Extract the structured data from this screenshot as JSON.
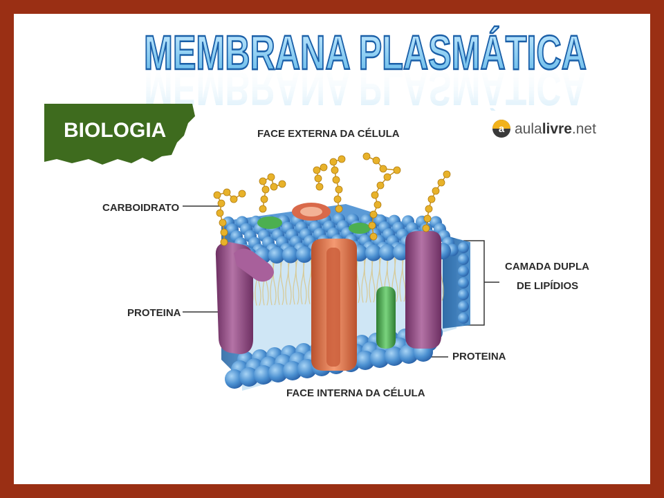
{
  "slide": {
    "title": "MEMBRANA PLASMÁTICA"
  },
  "header": {
    "badge": "BIOLOGIA",
    "brand_prefix": "aula",
    "brand_bold": "livre",
    "brand_suffix": ".net",
    "brand_icon_letter": "a"
  },
  "diagram": {
    "top_label": "FACE EXTERNA DA CÉLULA",
    "bottom_label": "FACE INTERNA DA CÉLULA",
    "label_carbohydrate": "CARBOIDRATO",
    "label_protein_left": "PROTEINA",
    "label_protein_right": "PROTEINA",
    "label_bilayer_line1": "CAMADA DUPLA",
    "label_bilayer_line2": "DE LIPÍDIOS"
  },
  "colors": {
    "frame": "#9a2f14",
    "title_fill": "#8fd2f2",
    "title_outline": "#1a5fa8",
    "badge_green": "#3e6b1e",
    "phospholipid_head": "#4a8fd0",
    "protein_purple": "#9a4f86",
    "protein_orange": "#e0784f",
    "protein_green": "#4caf50",
    "carbohydrate": "#e8b22a"
  }
}
